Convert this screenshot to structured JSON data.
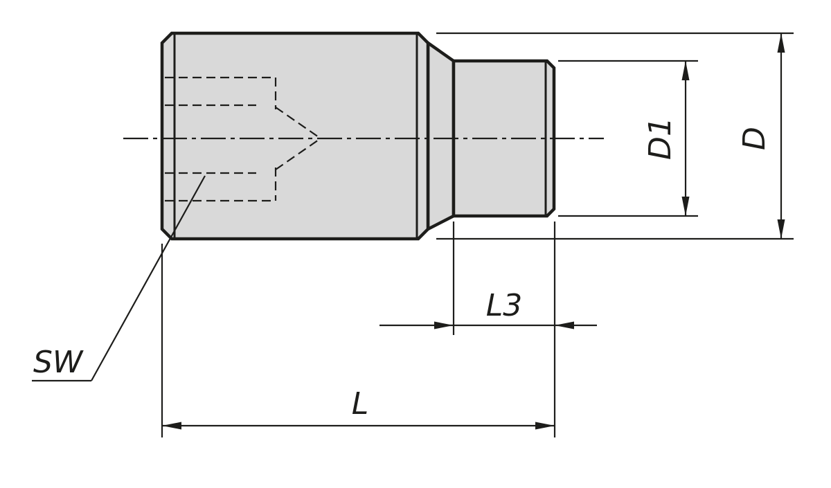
{
  "drawing": {
    "colors": {
      "line": "#1d1d1b",
      "fill": "#d9d9d9",
      "background": "#ffffff"
    },
    "labels": {
      "d1": "D1",
      "d": "D",
      "l3": "L3",
      "l": "L",
      "sw": "SW"
    }
  }
}
